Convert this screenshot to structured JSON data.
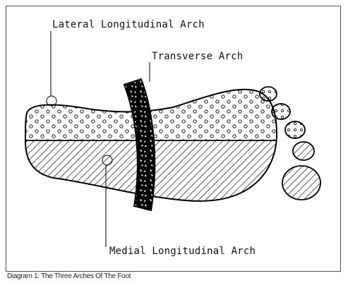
{
  "labels": {
    "lateral": "Lateral Longitudinal Arch",
    "transverse": "Transverse Arch",
    "medial": "Medial Longitudinal Arch"
  },
  "caption": "Diagram 1:  The Three Arches Of The Foot",
  "colors": {
    "stroke": "#000000",
    "background": "#ffffff"
  }
}
